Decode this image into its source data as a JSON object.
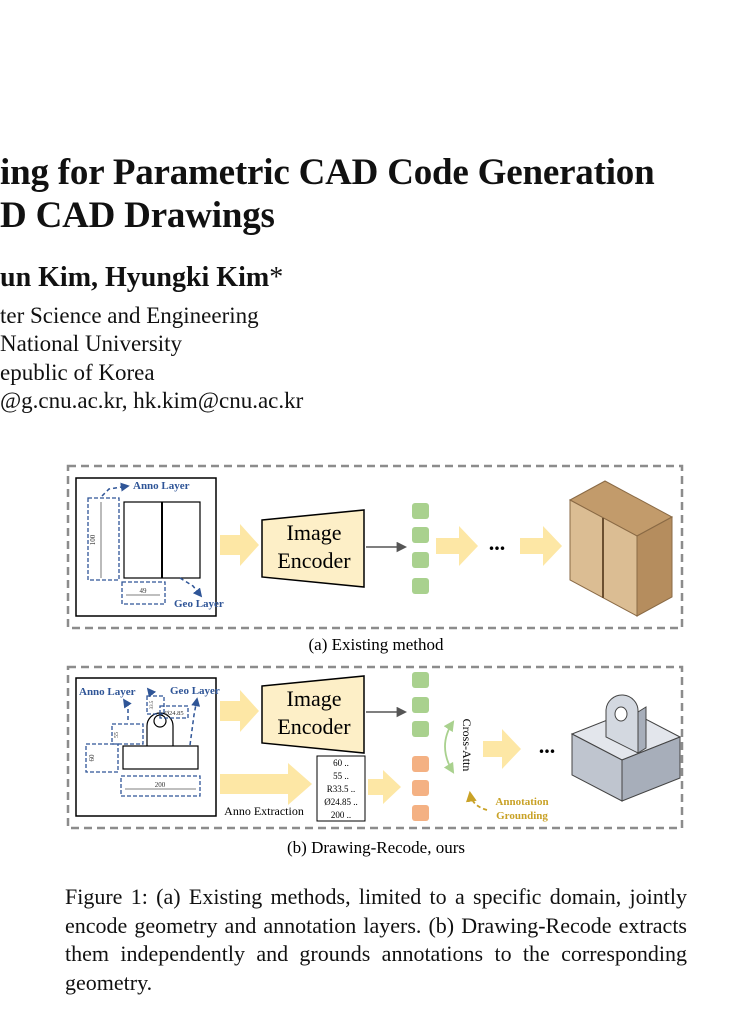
{
  "paper": {
    "title_line1": "ing for Parametric CAD Code Generation",
    "title_line2": "D CAD Drawings",
    "authors_text": "un Kim, Hyungki Kim",
    "authors_mark": "*",
    "affiliation": [
      "ter Science and Engineering",
      "National University",
      "epublic of Korea",
      "@g.cnu.ac.kr, hk.kim@cnu.ac.kr"
    ]
  },
  "figure": {
    "panel_a": {
      "anno_layer": "Anno Layer",
      "geo_layer": "Geo Layer",
      "dim_height": "100",
      "dim_width": "49",
      "encoder_line1": "Image",
      "encoder_line2": "Encoder",
      "ellipsis": "...",
      "caption": "(a) Existing method"
    },
    "panel_b": {
      "anno_layer": "Anno Layer",
      "geo_layer": "Geo Layer",
      "dim_height": "60",
      "dim_width": "200",
      "dim_small": "55",
      "dim_hole": "Ø24.85",
      "dim_radius": "33.5",
      "encoder_line1": "Image",
      "encoder_line2": "Encoder",
      "anno_extraction": "Anno Extraction",
      "anno_list": [
        "60 ..",
        "55 ..",
        "R33.5 ..",
        "Ø24.85 ..",
        "200 .."
      ],
      "cross_attn": "Cross-Attn",
      "grounding_line1": "Annotation",
      "grounding_line2": "Grounding",
      "ellipsis": "...",
      "caption": "(b) Drawing-Recode, ours"
    },
    "caption": "Figure 1: (a) Existing methods, limited to a specific domain, jointly encode geometry and annotation layers. (b) Drawing-Recode extracts them independently and grounds annotations to the corresponding geometry."
  },
  "colors": {
    "anno_blue": "#2f5597",
    "arrow_yellow": "#fde7a5",
    "encoder_fill": "#fdefc7",
    "token_green": "#a9d18e",
    "token_orange": "#f4b183",
    "grounding_gold": "#c9a227",
    "frame_gray": "#8c8c8c"
  }
}
